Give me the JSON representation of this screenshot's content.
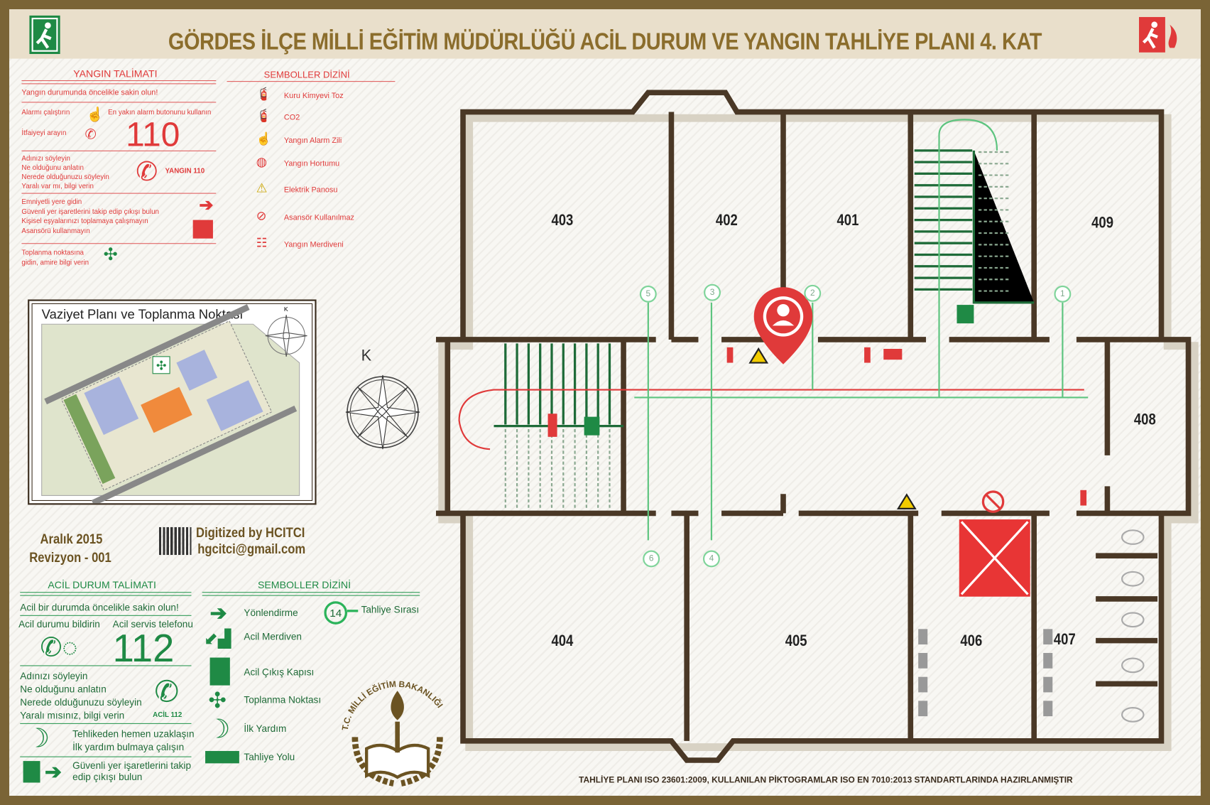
{
  "title": "GÖRDES İLÇE MİLLİ EĞİTİM MÜDÜRLÜĞÜ ACİL DURUM VE YANGIN TAHLİYE PLANI 4. KAT",
  "fire": {
    "heading": "YANGIN TALİMATI",
    "calm": "Yangın durumunda öncelikle sakin olun!",
    "alarm": "Alarmı çalıştırın",
    "alarm_hint": "En yakın alarm butonunu kullanın",
    "call": "İtfaiyeyi arayın",
    "number": "110",
    "phone_badge": "YANGIN 110",
    "report": [
      "Adınızı söyleyin",
      "Ne olduğunu anlatın",
      "Nerede olduğunuzu söyleyin",
      "Yaralı var mı, bilgi verin"
    ],
    "safety": [
      "Emniyetli yere gidin",
      "Güvenli yer işaretlerini takip edip çıkışı bulun",
      "Kişisel eşyalarınızı toplamaya çalışmayın",
      "Asansörü kullanmayın"
    ],
    "assembly": [
      "Toplanma noktasına",
      "gidin, amire bilgi verin"
    ]
  },
  "fire_symbols": {
    "heading": "SEMBOLLER DİZİNİ",
    "items": [
      {
        "label": "Kuru Kimyevi Toz",
        "icon": "extinguisher-icon"
      },
      {
        "label": "CO2",
        "icon": "co2-extinguisher-icon"
      },
      {
        "label": "Yangın Alarm Zili",
        "icon": "fire-alarm-icon"
      },
      {
        "label": "Yangın Hortumu",
        "icon": "fire-hose-icon"
      },
      {
        "label": "Elektrik Panosu",
        "icon": "electric-warning-icon"
      },
      {
        "label": "Asansör Kullanılmaz",
        "icon": "no-elevator-icon"
      },
      {
        "label": "Yangın Merdiveni",
        "icon": "fire-ladder-icon"
      }
    ]
  },
  "site_plan": {
    "title": "Vaziyet Planı ve Toplanma Noktası",
    "north": "K"
  },
  "compass_label": "K",
  "revision": {
    "date": "Aralık 2015",
    "rev": "Revizyon - 001"
  },
  "credit": {
    "by": "Digitized by HCITCI",
    "email": "hgcitci@gmail.com"
  },
  "emergency": {
    "heading": "ACİL DURUM TALİMATI",
    "calm": "Acil bir durumda öncelikle sakin olun!",
    "notify": "Acil durumu bildirin",
    "service": "Acil servis telefonu",
    "number": "112",
    "phone_badge": "ACİL 112",
    "report": [
      "Adınızı söyleyin",
      "Ne olduğunu anlatın",
      "Nerede olduğunuzu söyleyin",
      "Yaralı mısınız, bilgi verin"
    ],
    "danger": [
      "Tehlikeden hemen uzaklaşın",
      "İlk yardım bulmaya çalışın"
    ],
    "exit": [
      "Güvenli yer işaretlerini takip",
      "edip çıkışı bulun"
    ]
  },
  "emergency_symbols": {
    "heading": "SEMBOLLER DİZİNİ",
    "items": [
      "Yönlendirme",
      "Acil Merdiven",
      "Acil Çıkış Kapısı",
      "Toplanma Noktası",
      "İlk Yardım",
      "Tahliye Yolu"
    ],
    "order_label": "Tahliye Sırası",
    "order_sample": "14"
  },
  "seal_text": "T.C. MİLLİ EĞİTİM BAKANLIĞI",
  "rooms": [
    "403",
    "402",
    "401",
    "409",
    "408",
    "404",
    "405",
    "406",
    "407"
  ],
  "evac_order": [
    "1",
    "2",
    "3",
    "4",
    "5",
    "6"
  ],
  "footer": "TAHLİYE PLANI ISO 23601:2009, KULLANILAN PİKTOGRAMLAR ISO EN 7010:2013 STANDARTLARINDA HAZIRLANMIŞTIR",
  "colors": {
    "frame": "#7a6436",
    "fire": "#e03a3a",
    "safety": "#1f8a45",
    "wall": "#4a3826",
    "title": "#8b6d2c"
  }
}
